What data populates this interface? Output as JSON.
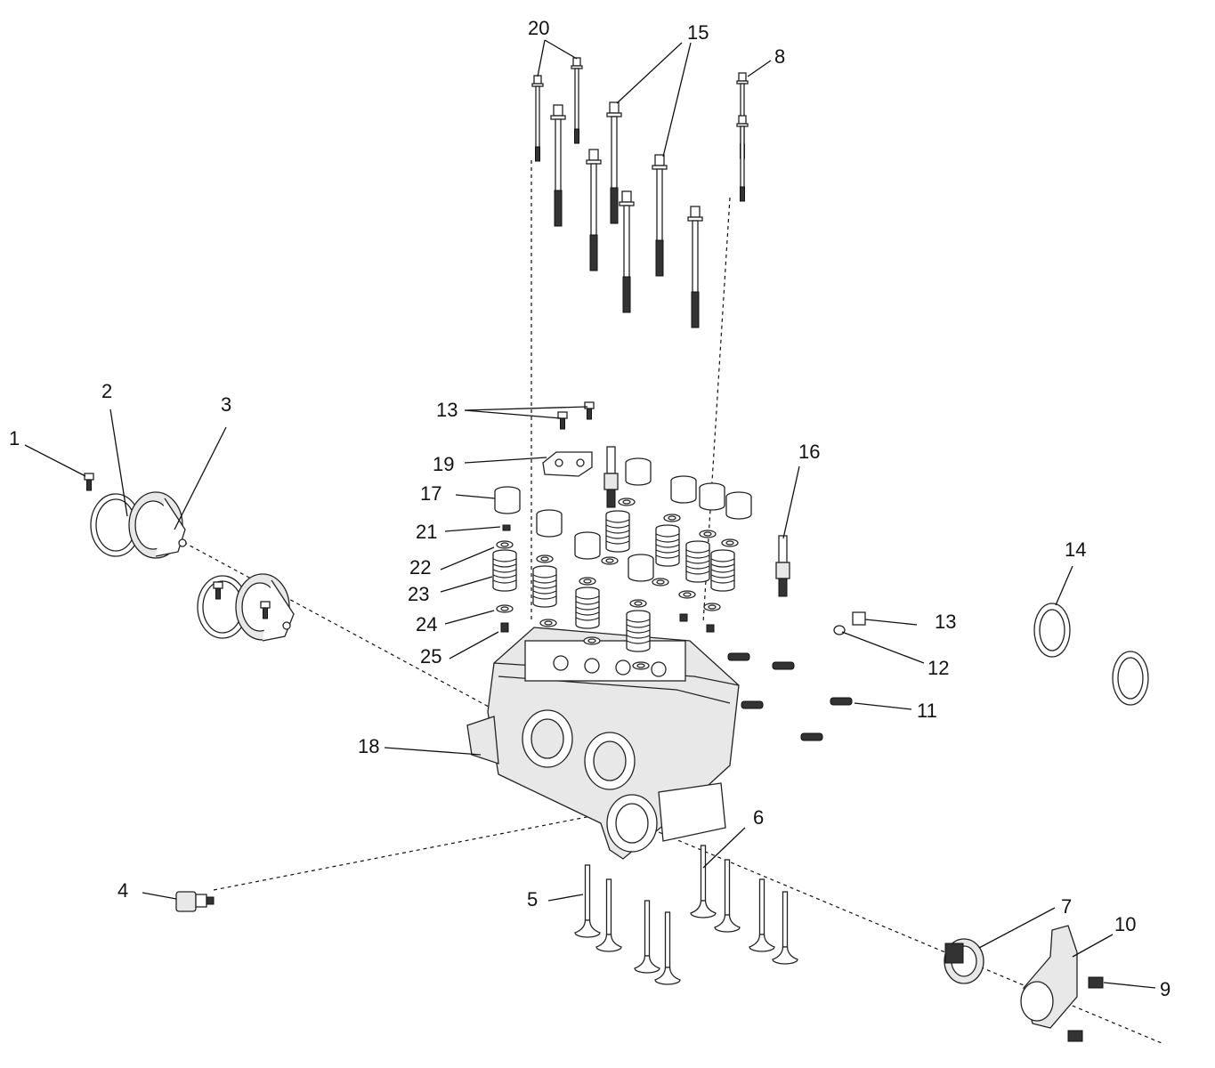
{
  "diagram": {
    "callouts": [
      {
        "num": "1"
      },
      {
        "num": "2"
      },
      {
        "num": "3"
      },
      {
        "num": "4"
      },
      {
        "num": "5"
      },
      {
        "num": "6"
      },
      {
        "num": "7"
      },
      {
        "num": "8"
      },
      {
        "num": "9"
      },
      {
        "num": "10"
      },
      {
        "num": "11"
      },
      {
        "num": "12"
      },
      {
        "num": "13"
      },
      {
        "num": "13"
      },
      {
        "num": "14"
      },
      {
        "num": "15"
      },
      {
        "num": "16"
      },
      {
        "num": "17"
      },
      {
        "num": "18"
      },
      {
        "num": "19"
      },
      {
        "num": "20"
      },
      {
        "num": "21"
      },
      {
        "num": "22"
      },
      {
        "num": "23"
      },
      {
        "num": "24"
      },
      {
        "num": "25"
      }
    ]
  }
}
